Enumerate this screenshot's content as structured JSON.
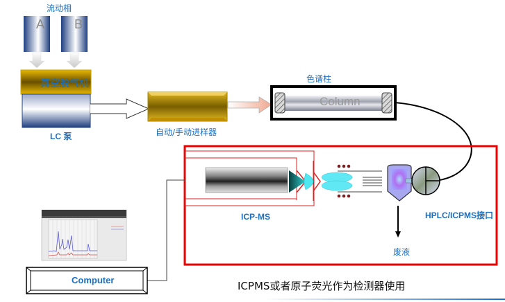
{
  "mobile_phase": {
    "label": "流动相",
    "reservoir_a": "A",
    "reservoir_b": "B"
  },
  "degasser": {
    "label": "真空脱气机"
  },
  "pump": {
    "label": "LC 泵"
  },
  "autosampler": {
    "label": "自动/手动进样器"
  },
  "column": {
    "title": "色谱柱",
    "inner_text": "Column"
  },
  "icpms": {
    "label": "ICP-MS"
  },
  "interface": {
    "label": "HPLC/ICPMS接口"
  },
  "waste": {
    "label": "废液"
  },
  "computer": {
    "label": "Computer"
  },
  "caption": "ICPMS或者原子荧光作为检测器使用",
  "colors": {
    "label_blue": "#1a6fc0",
    "highlight_red": "#ee0000",
    "gold": "#d4a800",
    "navy": "#1f3f80",
    "cyan": "#40e0f0"
  }
}
